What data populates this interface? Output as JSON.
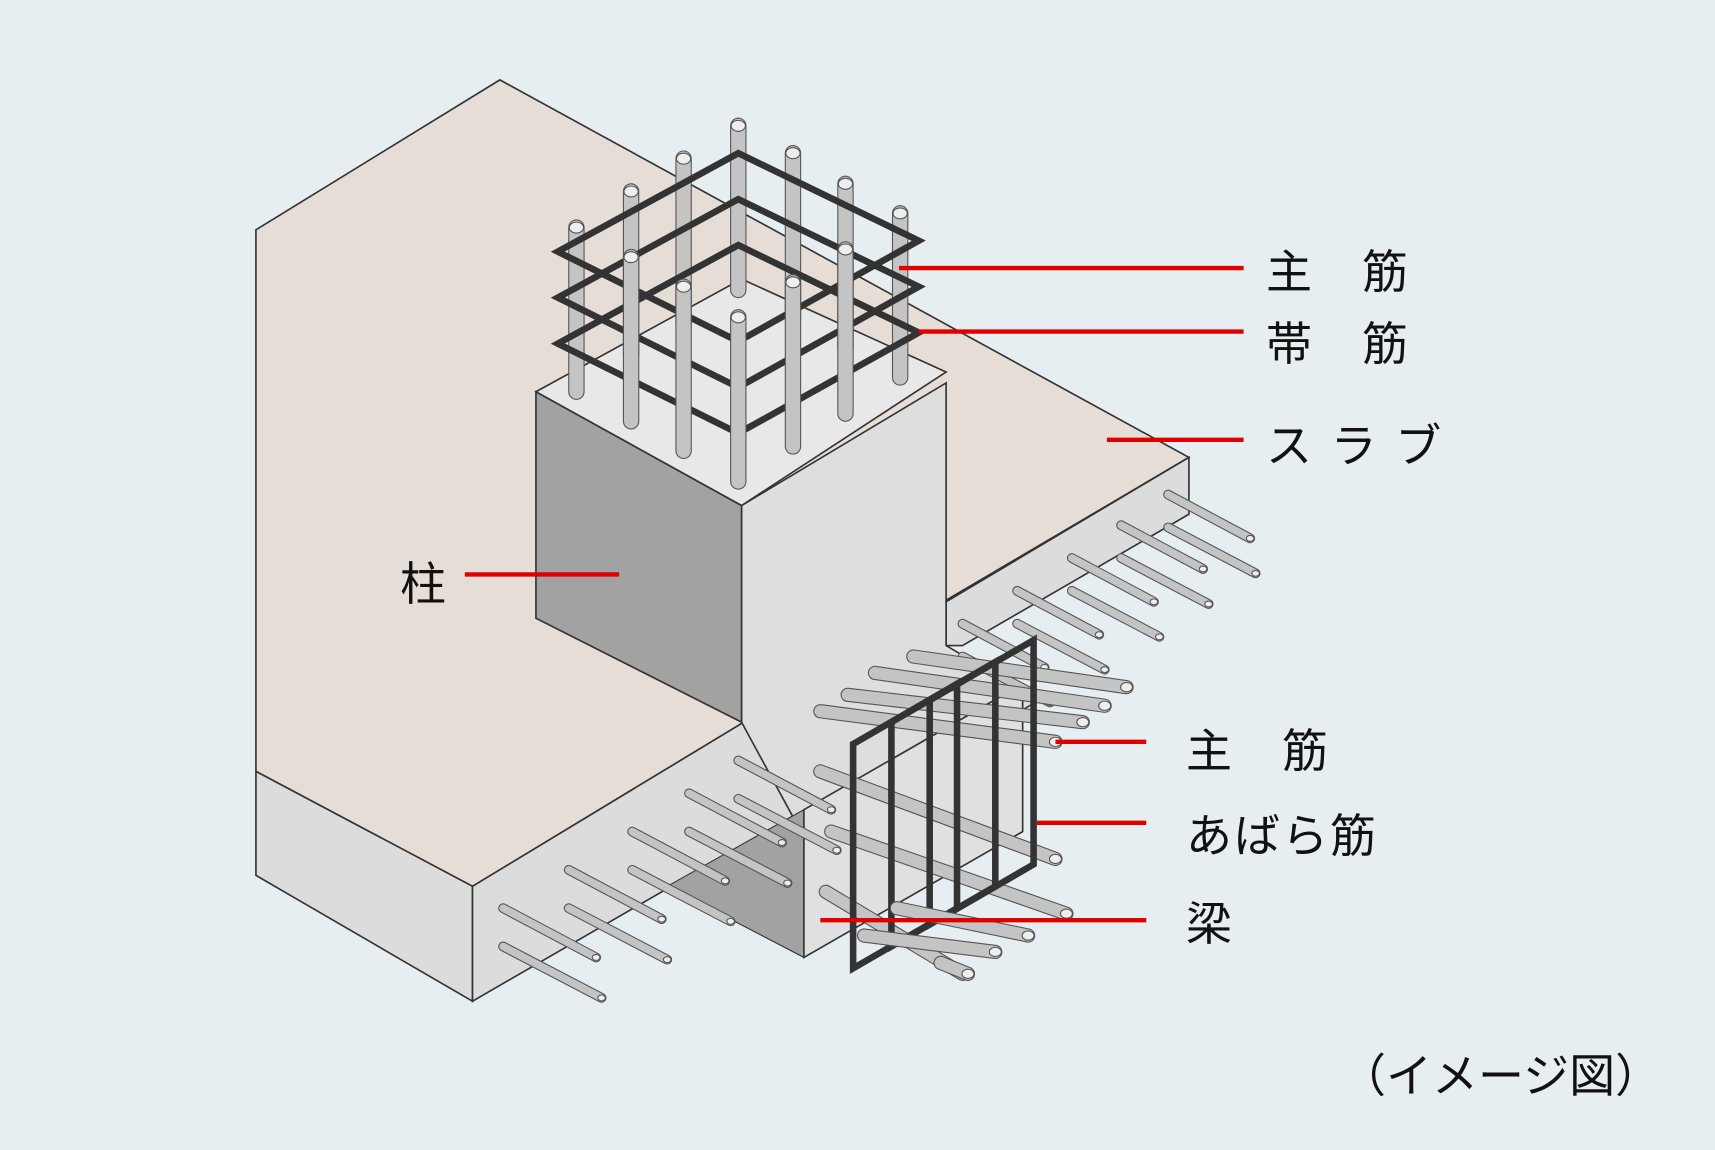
{
  "labels": {
    "column_main_rebar": "主　筋",
    "hoop": "帯　筋",
    "slab": "ス ラ ブ",
    "column": "柱",
    "beam_main_rebar": "主　筋",
    "stirrup": "あばら筋",
    "beam": "梁"
  },
  "caption": "（イメージ図）",
  "colors": {
    "background": "#e6eef1",
    "slab_top": "#e6ddd6",
    "concrete_light": "#dedede",
    "concrete_dark": "#a2a2a2",
    "leader": "#e00000",
    "rebar": "#bdbdbd",
    "hoop": "#333333"
  }
}
